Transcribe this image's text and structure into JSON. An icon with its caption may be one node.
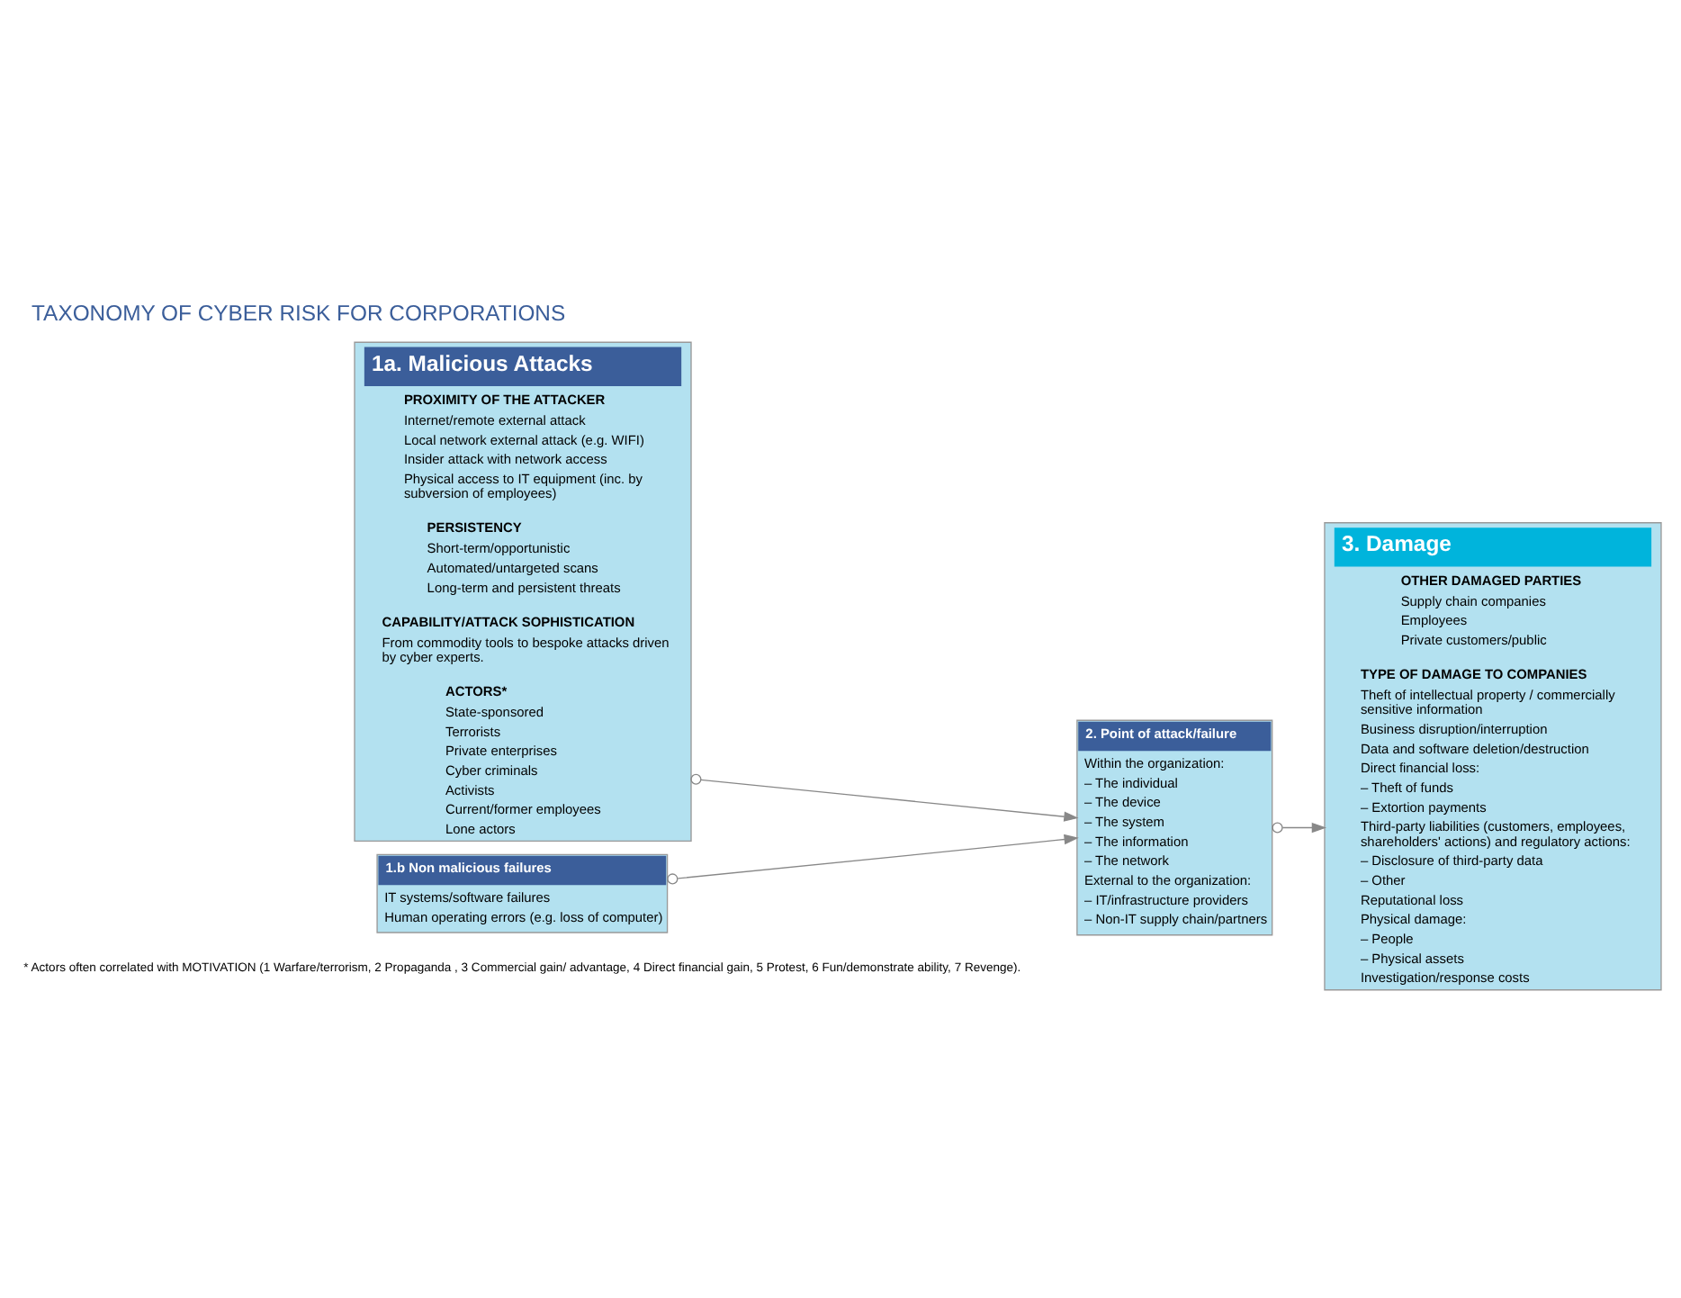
{
  "diagram": {
    "title": "TAXONOMY OF CYBER RISK FOR CORPORATIONS",
    "nodes": [
      {
        "text": [
          "1a. Malicious Attacks"
        ]
      },
      {
        "text": [
          "ACTORS*",
          "State-sponsored",
          "Terrorists",
          "Private enterprises",
          "Cyber criminals",
          "Activists",
          "Current/former employees",
          "Lone actors"
        ],
        "in": 0
      },
      {
        "text": [
          "CAPABILITY/ATTACK SOPHISTICATION",
          "From commodity tools to bespoke attacks driven by cyber experts."
        ],
        "in": 0
      },
      {
        "text": [
          "PERSISTENCY",
          "Short-term/opportunistic",
          "Automated/untargeted scans",
          "Long-term and persistent threats"
        ],
        "in": 0
      },
      {
        "text": [
          "PROXIMITY OF THE ATTACKER",
          "Internet/remote external attack",
          "Local network external attack (e.g. WIFI)",
          "Insider attack with network access",
          "Physical access to IT equipment (inc. by subversion of employees)"
        ],
        "in": 0
      },
      {
        "text": [
          "1.b Non malicious failures",
          "IT systems/software failures",
          "Human operating errors (e.g. loss of computer)"
        ]
      },
      {
        "text": [
          "2. Point of attack/failure",
          "Within the organization:",
          "– The individual",
          "– The device",
          "– The system",
          "– The information",
          "– The network",
          "External to the organization:",
          "– IT/infrastructure providers",
          "– Non-IT supply chain/partners"
        ]
      },
      {
        "text": [
          "3. Damage"
        ]
      },
      {
        "text": [
          "TYPE OF DAMAGE TO COMPANIES",
          "Theft of intellectual property / commercially sensitive information",
          "Business disruption/interruption",
          "Data and software deletion/destruction",
          "Direct financial loss:",
          "– Theft of funds",
          "– Extortion payments",
          "Third-party liabilities (customers, employees, shareholders' actions) and regulatory actions:",
          "– Disclosure of third-party data",
          "– Other",
          "Reputational loss",
          "Physical damage:",
          "– People",
          "– Physical assets",
          "Investigation/response costs"
        ],
        "in": 7
      },
      {
        "text": [
          "OTHER DAMAGED PARTIES",
          "Supply chain companies",
          "Employees",
          "Private customers/public"
        ],
        "in": 7
      }
    ],
    "edges": [
      {
        "from": 0,
        "to": 6,
        "arrow": "to"
      },
      {
        "from": 6,
        "to": 7,
        "arrow": "to"
      },
      {
        "from": 5,
        "to": 6,
        "arrow": "to"
      }
    ],
    "labels": [
      "* Actors often correlated with MOTIVATION (1 Warfare/terrorism, 2 Propaganda , 3 Commercial gain/ advantage, 4 Direct financial gain, 5 Protest, 6 Fun/demonstrate ability, 7 Revenge)."
    ]
  }
}
